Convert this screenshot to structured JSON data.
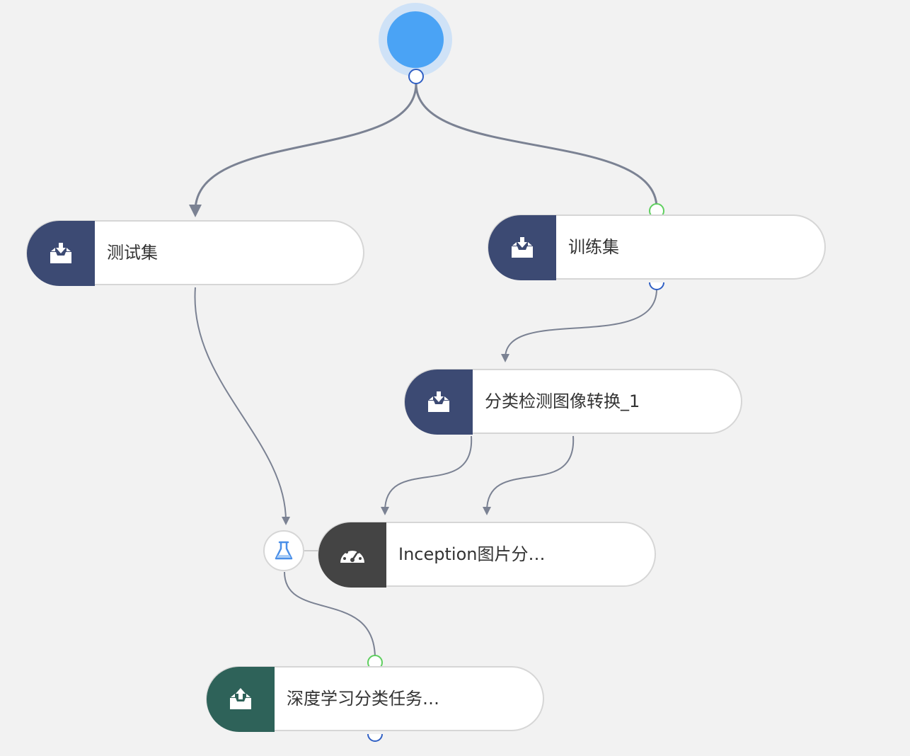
{
  "colors": {
    "canvas_bg": "#f2f2f2",
    "edge": "#7b8293",
    "start_node": "#4aa3f5",
    "input_node_icon_bg": "#3c4a73",
    "model_node_icon_bg": "#444444",
    "output_node_icon_bg": "#2e6259",
    "port_connected": "#5fcf5f",
    "port_out": "#2f5fc4"
  },
  "nodes": {
    "test_set": {
      "label": "测试集",
      "icon": "download-tray-icon"
    },
    "train_set": {
      "label": "训练集",
      "icon": "download-tray-icon"
    },
    "transform": {
      "label": "分类检测图像转换_1",
      "icon": "download-tray-icon"
    },
    "inception": {
      "label": "Inception图片分…",
      "icon": "dashboard-gauge-icon"
    },
    "task": {
      "label": "深度学习分类任务…",
      "icon": "upload-tray-icon"
    }
  },
  "evaluator_icon": "flask-icon"
}
